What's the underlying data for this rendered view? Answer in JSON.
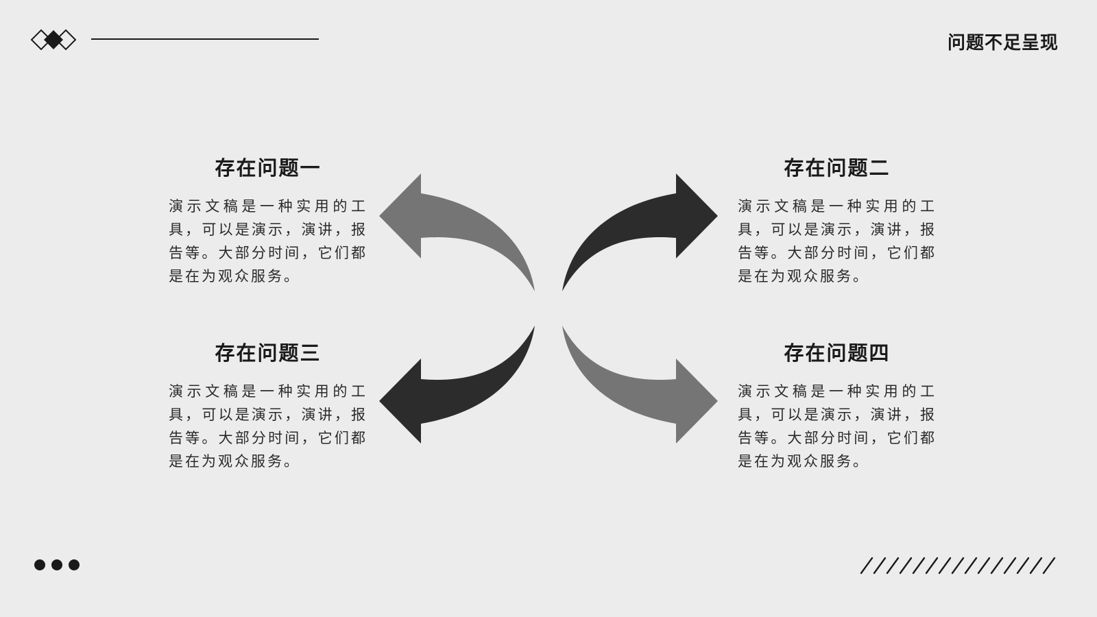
{
  "page": {
    "title": "问题不足呈现"
  },
  "colors": {
    "background": "#ececec",
    "dark": "#1a1a1a",
    "arrow_dark": "#2c2c2c",
    "arrow_gray": "#757575"
  },
  "blocks": [
    {
      "title": "存在问题一",
      "body": "演示文稿是一种实用的工具，可以是演示，演讲，报告等。大部分时间，它们都是在为观众服务。"
    },
    {
      "title": "存在问题二",
      "body": "演示文稿是一种实用的工具，可以是演示，演讲，报告等。大部分时间，它们都是在为观众服务。"
    },
    {
      "title": "存在问题三",
      "body": "演示文稿是一种实用的工具，可以是演示，演讲，报告等。大部分时间，它们都是在为观众服务。"
    },
    {
      "title": "存在问题四",
      "body": "演示文稿是一种实用的工具，可以是演示，演讲，报告等。大部分时间，它们都是在为观众服务。"
    }
  ],
  "icons": {
    "logo": "diamond-cluster-icon",
    "dots": "three-dots-icon",
    "stripes": "diagonal-stripes-decoration"
  }
}
